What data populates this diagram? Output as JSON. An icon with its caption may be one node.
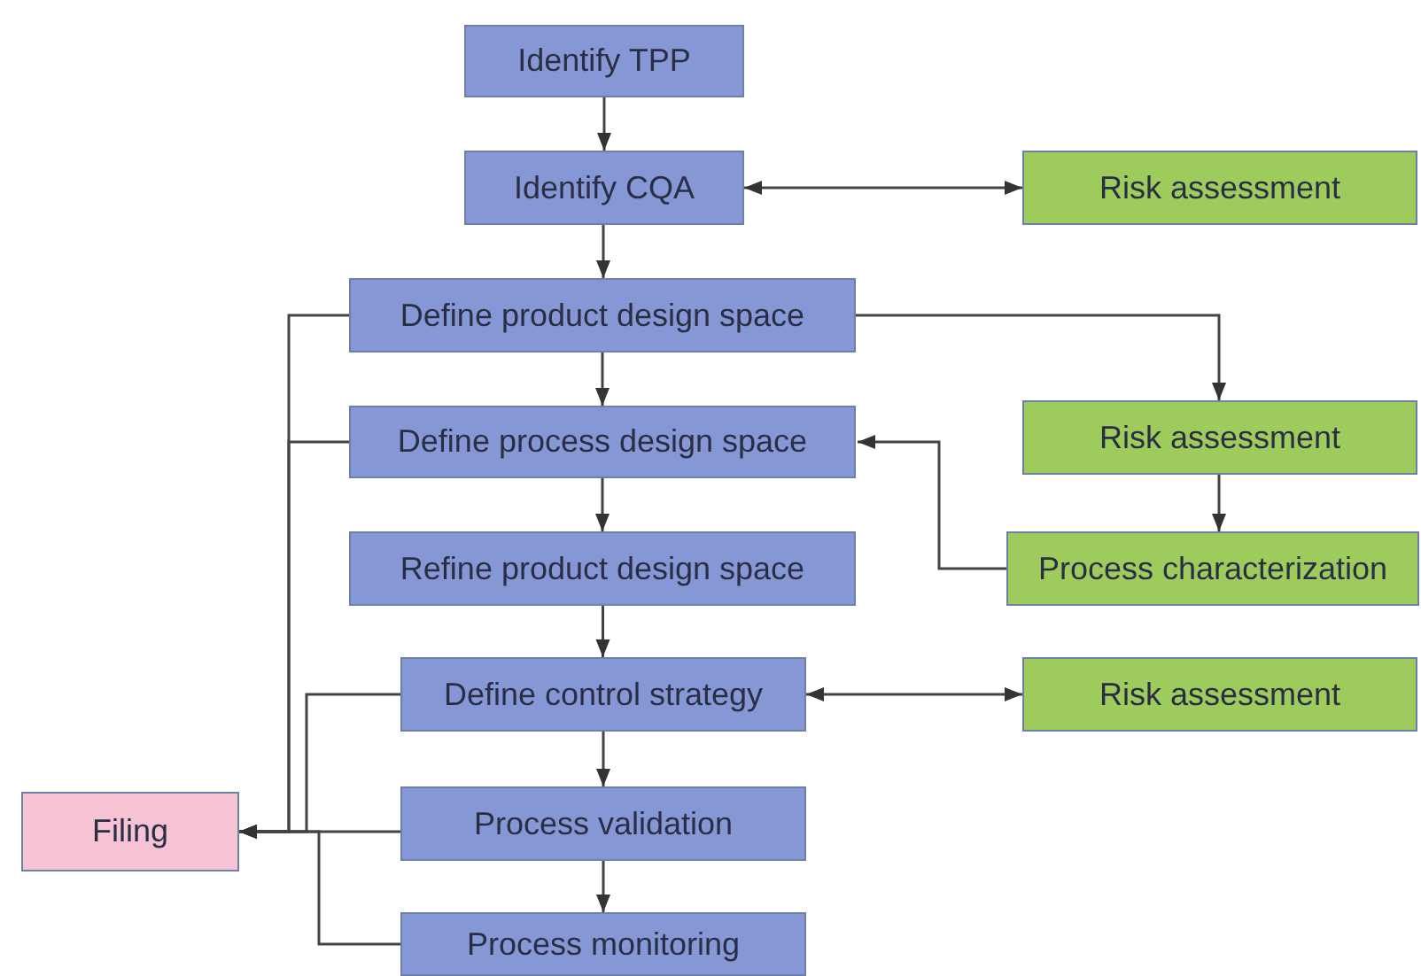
{
  "diagram": {
    "nodes": [
      {
        "text": [
          "Identify TPP"
        ]
      },
      {
        "text": [
          "Identify CQA"
        ]
      },
      {
        "text": [
          "Risk assessment"
        ]
      },
      {
        "text": [
          "Define product design space"
        ]
      },
      {
        "text": [
          "Risk assessment"
        ]
      },
      {
        "text": [
          "Define process design space"
        ]
      },
      {
        "text": [
          "Refine product design space"
        ]
      },
      {
        "text": [
          "Process characterization"
        ]
      },
      {
        "text": [
          "Define control strategy"
        ]
      },
      {
        "text": [
          "Risk assessment"
        ]
      },
      {
        "text": [
          "Filing"
        ]
      },
      {
        "text": [
          "Process validation"
        ]
      },
      {
        "text": [
          "Process monitoring"
        ]
      }
    ],
    "edges": [
      {
        "from": 0,
        "to": 1,
        "arrow": "to"
      },
      {
        "from": 1,
        "to": 2,
        "arrow": "both"
      },
      {
        "from": 1,
        "to": 3,
        "arrow": "to"
      },
      {
        "from": 3,
        "to": 4,
        "arrow": "to"
      },
      {
        "from": 3,
        "to": 5,
        "arrow": "to"
      },
      {
        "from": 4,
        "to": 7,
        "arrow": "to"
      },
      {
        "from": 7,
        "to": 5,
        "arrow": "to"
      },
      {
        "from": 5,
        "to": 6,
        "arrow": "to"
      },
      {
        "from": 6,
        "to": 8,
        "arrow": "to"
      },
      {
        "from": 8,
        "to": 9,
        "arrow": "both"
      },
      {
        "from": 8,
        "to": 11,
        "arrow": "to"
      },
      {
        "from": 11,
        "to": 12,
        "arrow": "to"
      },
      {
        "from": 3,
        "to": 10,
        "arrow": "to"
      },
      {
        "from": 5,
        "to": 10,
        "arrow": "to"
      },
      {
        "from": 8,
        "to": 10,
        "arrow": "to"
      },
      {
        "from": 11,
        "to": 10,
        "arrow": "to"
      },
      {
        "from": 12,
        "to": 10,
        "arrow": "to"
      }
    ]
  }
}
